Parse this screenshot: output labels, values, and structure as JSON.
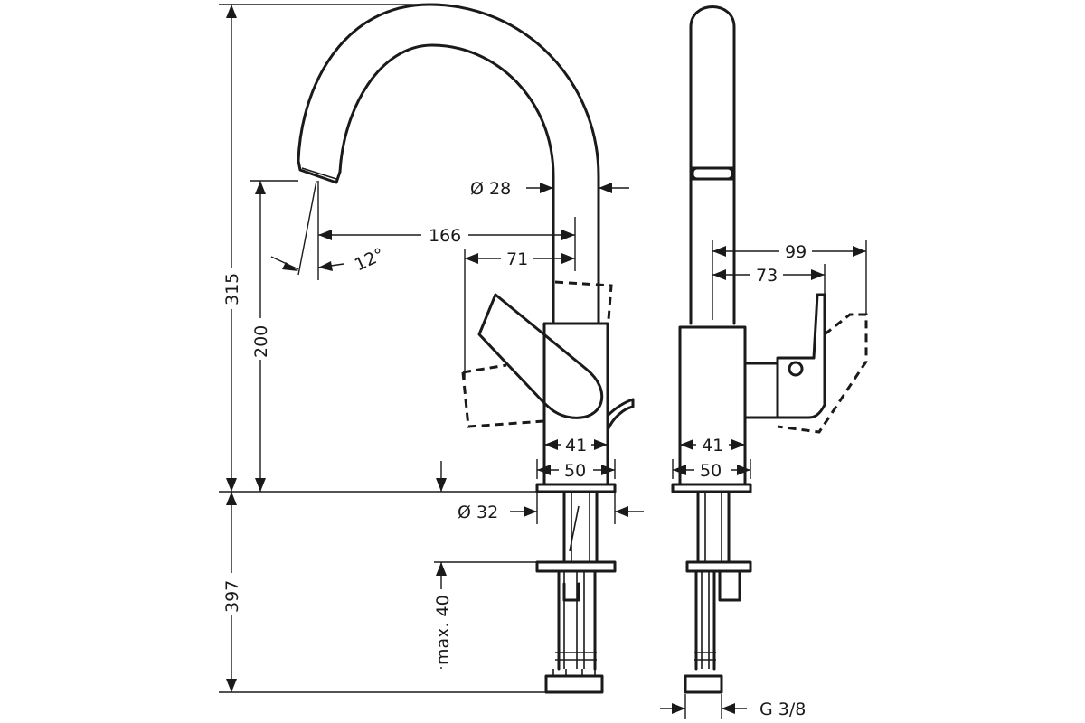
{
  "dimensions": {
    "height_total": "315",
    "height_spout": "200",
    "below_deck": "397",
    "reach": "166",
    "lever_offset": "71",
    "angle": "12°",
    "spout_dia": "Ø 28",
    "base_dia": "Ø 32",
    "body_front": "41",
    "base_front": "50",
    "max_thickness": "max. 40",
    "body_side": "41",
    "base_side": "50",
    "lever_reach_max": "99",
    "lever_reach": "73",
    "connection": "G 3/8"
  }
}
